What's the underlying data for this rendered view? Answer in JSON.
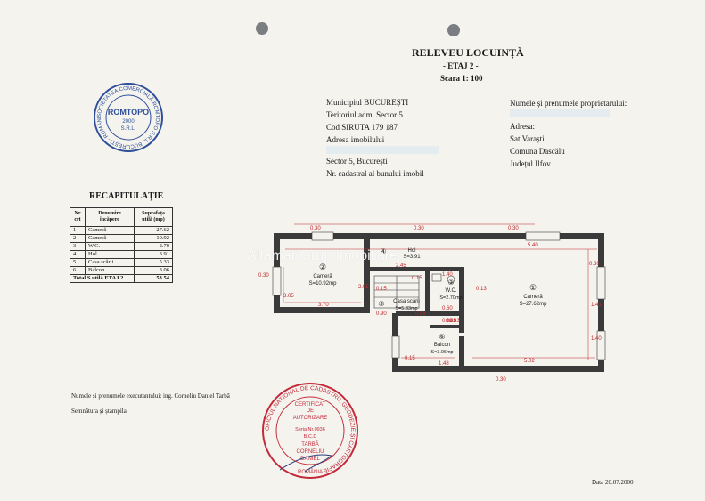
{
  "header": {
    "title": "RELEVEU LOCUINȚĂ",
    "floor": "- ETAJ 2 -",
    "scale": "Scara 1: 100"
  },
  "address_left": [
    "Municipiul BUCUREȘTI",
    "Teritoriul adm. Sector 5",
    "Cod SIRUTA  179 187",
    "Adresa imobilului",
    "Sector 5,  București",
    "Nr. cadastral al bunului imobil"
  ],
  "address_right": [
    "Numele și prenumele proprietarului:",
    "Adresa:",
    "Sat Varaști",
    "Comuna  Dascălu",
    "Județul  Ilfov"
  ],
  "recap": {
    "title": "RECAPITULAȚIE",
    "headers": [
      "Nr crt",
      "Denumire încăpere",
      "Suprafața utilă (mp)"
    ],
    "rows": [
      [
        "1",
        "Cameră",
        "27.62"
      ],
      [
        "2",
        "Cameră",
        "10.92"
      ],
      [
        "3",
        "W.C.",
        "2.70"
      ],
      [
        "4",
        "Hol",
        "3.91"
      ],
      [
        "5",
        "Casa scării",
        "5.33"
      ],
      [
        "6",
        "Balcon",
        "3.06"
      ]
    ],
    "total_label": "Total S utilă  ETAJ 2",
    "total_value": "53.54"
  },
  "stamp_company": {
    "ring": "SOCIETATEA COMERCIALĂ ROMTOPO S.R.L. BUCUREȘTI - ROMÂNIA",
    "name": "ROMTOPO",
    "year": "2000",
    "suffix": "S.R.L."
  },
  "plan": {
    "rooms": [
      {
        "num": "①",
        "name": "Cameră",
        "area": "S=27.62mp"
      },
      {
        "num": "②",
        "name": "Cameră",
        "area": "S=10.92mp"
      },
      {
        "num": "③",
        "name": "W.C.",
        "area": "S=2.70mp"
      },
      {
        "num": "④",
        "name": "Hol",
        "area": "S=3.91"
      },
      {
        "num": "⑤",
        "name": "Casa scării",
        "area": "S=5.33mp"
      },
      {
        "num": "⑥",
        "name": "Balcon",
        "area": "S=3.06mp"
      }
    ],
    "dims": [
      "0.30",
      "0.30",
      "0.30",
      "5.40",
      "2.45",
      "3.70",
      "1.40",
      "0.15",
      "0.15",
      "0.60",
      "0.13",
      "0.60",
      "0.95",
      "0.85",
      "0.90",
      "0.63",
      "0.15",
      "1.48",
      "5.02",
      "1.41",
      "1.40",
      "0.30",
      "3.05",
      "2.05",
      "0.30",
      "0.30"
    ]
  },
  "watermark": "Alfamar Grup Imobiliare",
  "executant": {
    "label": "Numele și prenumele executantului:  ing.  Corneliu Daniel Tarbă",
    "signature_label": "Semnătura  și ștampila"
  },
  "stamp_official": {
    "ring": "OFICIUL NAȚIONAL DE CADASTRU, GEODEZIE ȘI CARTOGRAFIE",
    "line1": "CERTIFICAT",
    "line2": "DE",
    "line3": "AUTORIZARE",
    "line4": "Seria   Nr.0936",
    "line5": "B.C.D",
    "line6": "TARBĂ",
    "line7": "CORNELIU",
    "line8": "DANIEL",
    "line9": "ROMÂNIA"
  },
  "date": "Data  20.07.2000",
  "colors": {
    "paper": "#f4f3ee",
    "wall": "#3a3a3a",
    "stamp_blue": "#2f4f9a",
    "stamp_red": "#c42a3a",
    "dim_red": "#c0262a"
  }
}
